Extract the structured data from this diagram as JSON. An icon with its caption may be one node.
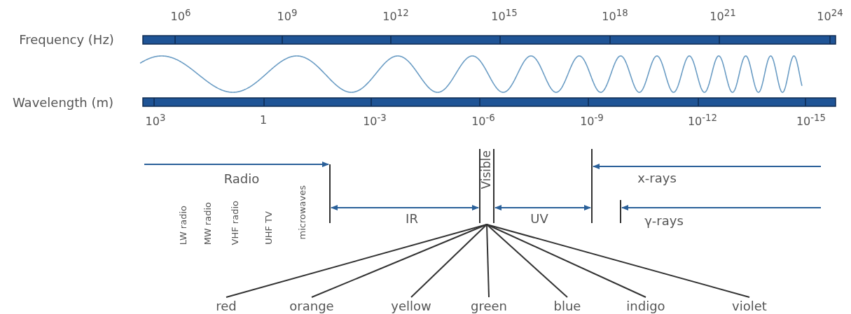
{
  "diagram": {
    "nodes": [
      {
        "text": [],
        "shape": "bar"
      },
      {
        "text": [
          "Visible"
        ]
      },
      {
        "text": [],
        "shape": "bar"
      },
      {
        "text": [],
        "shape": "bar"
      },
      {
        "text": [
          "red"
        ]
      },
      {
        "text": [
          "orange"
        ]
      },
      {
        "text": [
          "yellow"
        ]
      },
      {
        "text": [
          "green"
        ]
      },
      {
        "text": [
          "blue"
        ]
      },
      {
        "text": [
          "indigo"
        ]
      },
      {
        "text": [
          "violet"
        ]
      }
    ],
    "edges": [
      {
        "from": null,
        "to": 0,
        "arrow": "to",
        "label": "Radio",
        "color": "#2a6099"
      },
      {
        "from": 0,
        "to": 1,
        "arrow": "both",
        "label": "IR",
        "color": "#2a6099"
      },
      {
        "from": 1,
        "to": 2,
        "arrow": "both",
        "label": "UV",
        "color": "#2a6099"
      },
      {
        "from": null,
        "to": 2,
        "arrow": "to",
        "label": "x-rays",
        "color": "#2a6099"
      },
      {
        "from": null,
        "to": 3,
        "arrow": "to",
        "label": "γ-rays",
        "color": "#2a6099"
      },
      {
        "from": 1,
        "to": 4,
        "arrow": "none"
      },
      {
        "from": 1,
        "to": 5,
        "arrow": "none"
      },
      {
        "from": 1,
        "to": 6,
        "arrow": "none"
      },
      {
        "from": 1,
        "to": 7,
        "arrow": "none"
      },
      {
        "from": 1,
        "to": 8,
        "arrow": "none"
      },
      {
        "from": 1,
        "to": 9,
        "arrow": "none"
      },
      {
        "from": 1,
        "to": 10,
        "arrow": "none"
      }
    ],
    "labels": [
      "10$^{6}$",
      "10$^{9}$",
      "10$^{12}$",
      "10$^{15}$",
      "10$^{18}$",
      "10$^{21}$",
      "10$^{24}$",
      "Frequency (Hz)",
      "Wavelength (m)",
      "10$^{3}$",
      "1",
      "10$^{-3}$",
      "10$^{-6}$",
      "10$^{-9}$",
      "10$^{-12}$",
      "10$^{-15}$",
      "LW radio",
      "MW radio",
      "VHF radio",
      "UHF TV",
      "microwaves"
    ]
  }
}
